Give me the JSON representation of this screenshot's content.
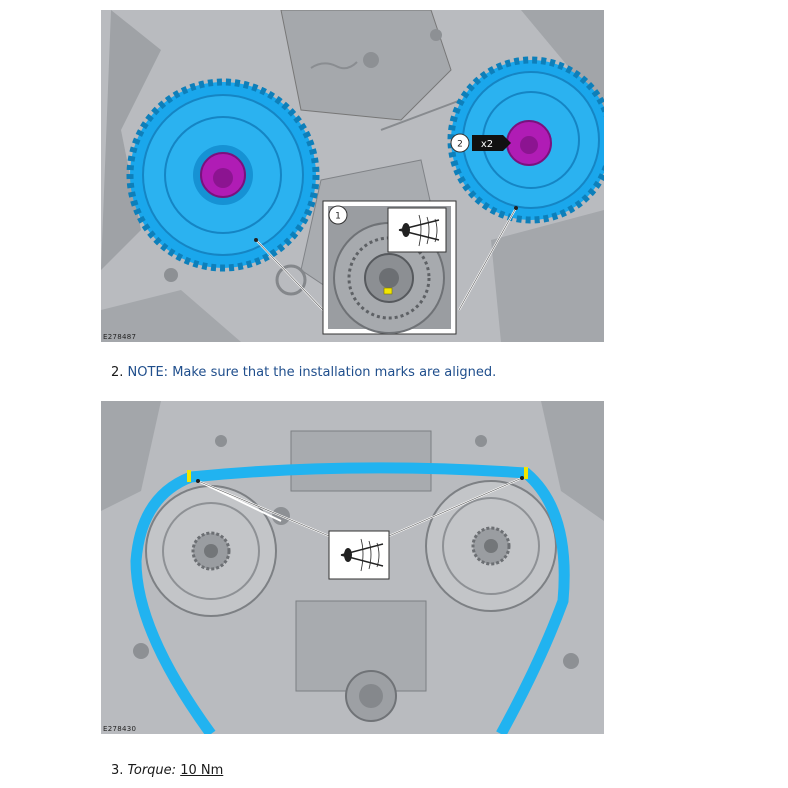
{
  "figures": [
    {
      "code": "E278487",
      "callouts": [
        {
          "number": "1"
        },
        {
          "number": "2",
          "multiplier": "x2"
        }
      ],
      "icons": [
        "eye-inspection-icon"
      ]
    },
    {
      "code": "E278430",
      "icons": [
        "eye-inspection-icon"
      ]
    }
  ],
  "steps": [
    {
      "number": "2.",
      "note_label": "NOTE:",
      "text": "Make sure that the installation marks are aligned."
    },
    {
      "number": "3.",
      "label": "Torque:",
      "value": "10 Nm"
    }
  ],
  "colors": {
    "sprocket": "#1aa7ec",
    "hub": "#b01cb5",
    "chain": "#21b3f0",
    "engine_block": "#b9bbbf",
    "mark": "#f2e600",
    "note_text": "#1f4e8c"
  }
}
